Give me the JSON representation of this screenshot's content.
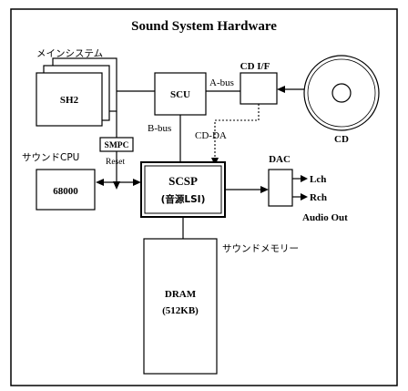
{
  "title": "Sound System Hardware",
  "labels": {
    "main_system": "メインシステム",
    "sh2": "SH2",
    "scu": "SCU",
    "cd_if": "CD I/F",
    "a_bus": "A-bus",
    "b_bus": "B-bus",
    "cd_da": "CD-DA",
    "cd": "CD",
    "smpc": "SMPC",
    "reset": "Reset",
    "sound_cpu": "サウンドCPU",
    "cpu_68000": "68000",
    "scsp_line1": "SCSP",
    "scsp_line2": "(音源LSI)",
    "dac": "DAC",
    "lch": "Lch",
    "rch": "Rch",
    "audio_out": "Audio Out",
    "sound_memory": "サウンドメモリー",
    "dram_line1": "DRAM",
    "dram_line2": "(512KB)"
  }
}
